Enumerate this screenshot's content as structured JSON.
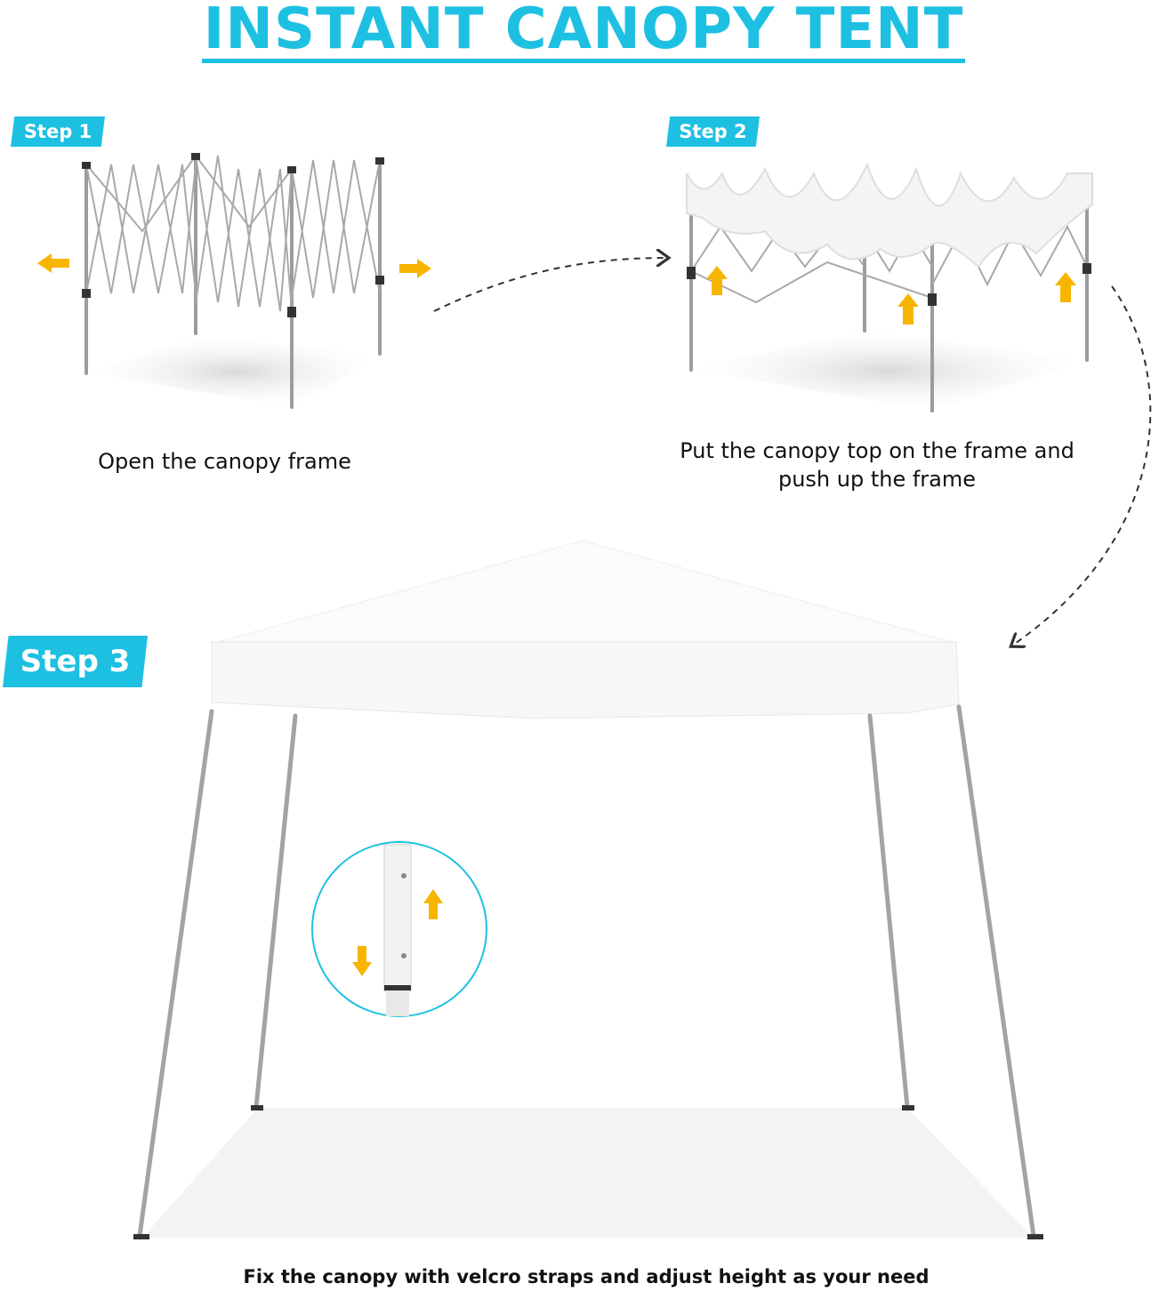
{
  "title": "INSTANT CANOPY TENT",
  "steps": [
    {
      "label": "Step 1",
      "caption": "Open the canopy frame"
    },
    {
      "label": "Step 2",
      "caption_line1": "Put the canopy top on the frame and",
      "caption_line2": "push up the frame"
    },
    {
      "label": "Step 3",
      "caption": "Fix the canopy with velcro straps and adjust height as your need"
    }
  ],
  "colors": {
    "accent": "#1ec0e2",
    "arrow": "#f7b500",
    "frame": "#9a9a9a"
  },
  "icons": [
    "arrow-left-icon",
    "arrow-right-icon",
    "arrow-up-icon",
    "arrow-down-icon",
    "dashed-curved-arrow-icon"
  ]
}
